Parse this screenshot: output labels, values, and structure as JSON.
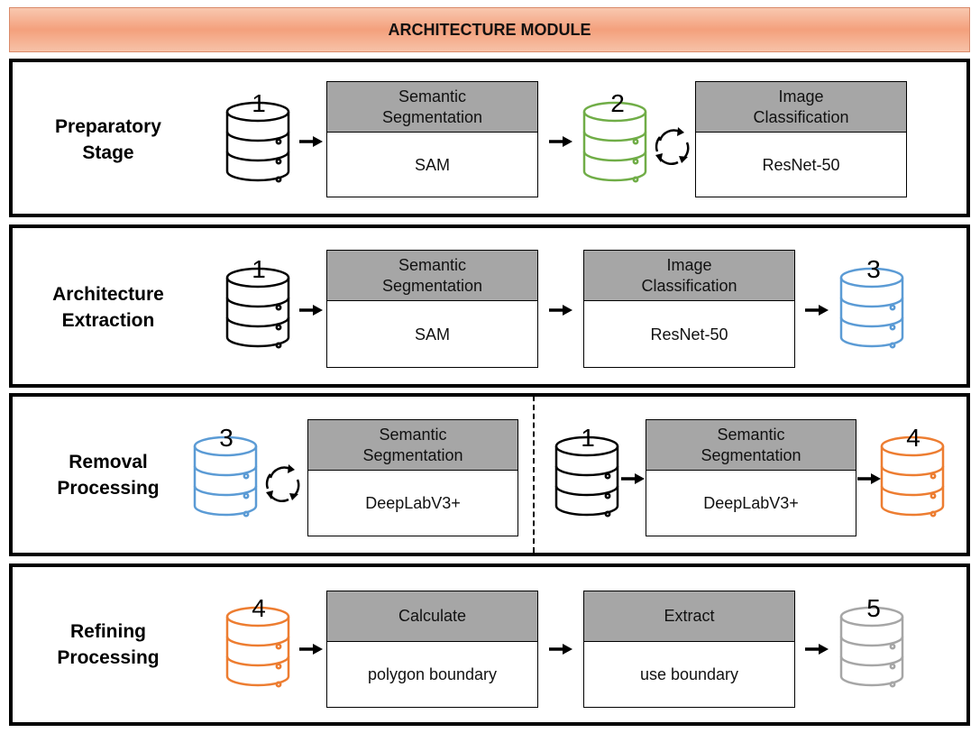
{
  "header": {
    "title": "ARCHITECTURE MODULE"
  },
  "colors": {
    "black": "#000000",
    "green": "#70ad47",
    "blue": "#5b9bd5",
    "orange": "#ed7d31",
    "gray": "#a6a6a6"
  },
  "stages": [
    {
      "label_line1": "Preparatory",
      "label_line2": "Stage",
      "db_a": "1",
      "db_b": "2",
      "box1": {
        "head1": "Semantic",
        "head2": "Segmentation",
        "body": "SAM"
      },
      "box2": {
        "head1": "Image",
        "head2": "Classification",
        "body": "ResNet-50"
      }
    },
    {
      "label_line1": "Architecture",
      "label_line2": "Extraction",
      "db_a": "1",
      "db_b": "3",
      "box1": {
        "head1": "Semantic",
        "head2": "Segmentation",
        "body": "SAM"
      },
      "box2": {
        "head1": "Image",
        "head2": "Classification",
        "body": "ResNet-50"
      }
    },
    {
      "label_line1": "Removal",
      "label_line2": "Processing",
      "db_a": "3",
      "db_b": "1",
      "db_c": "4",
      "box1": {
        "head1": "Semantic",
        "head2": "Segmentation",
        "body": "DeepLabV3+"
      },
      "box2": {
        "head1": "Semantic",
        "head2": "Segmentation",
        "body": "DeepLabV3+"
      }
    },
    {
      "label_line1": "Refining",
      "label_line2": "Processing",
      "db_a": "4",
      "db_b": "5",
      "box1": {
        "head1": "Calculate",
        "body": "polygon boundary"
      },
      "box2": {
        "head1": "Extract",
        "body": "use boundary"
      }
    }
  ]
}
